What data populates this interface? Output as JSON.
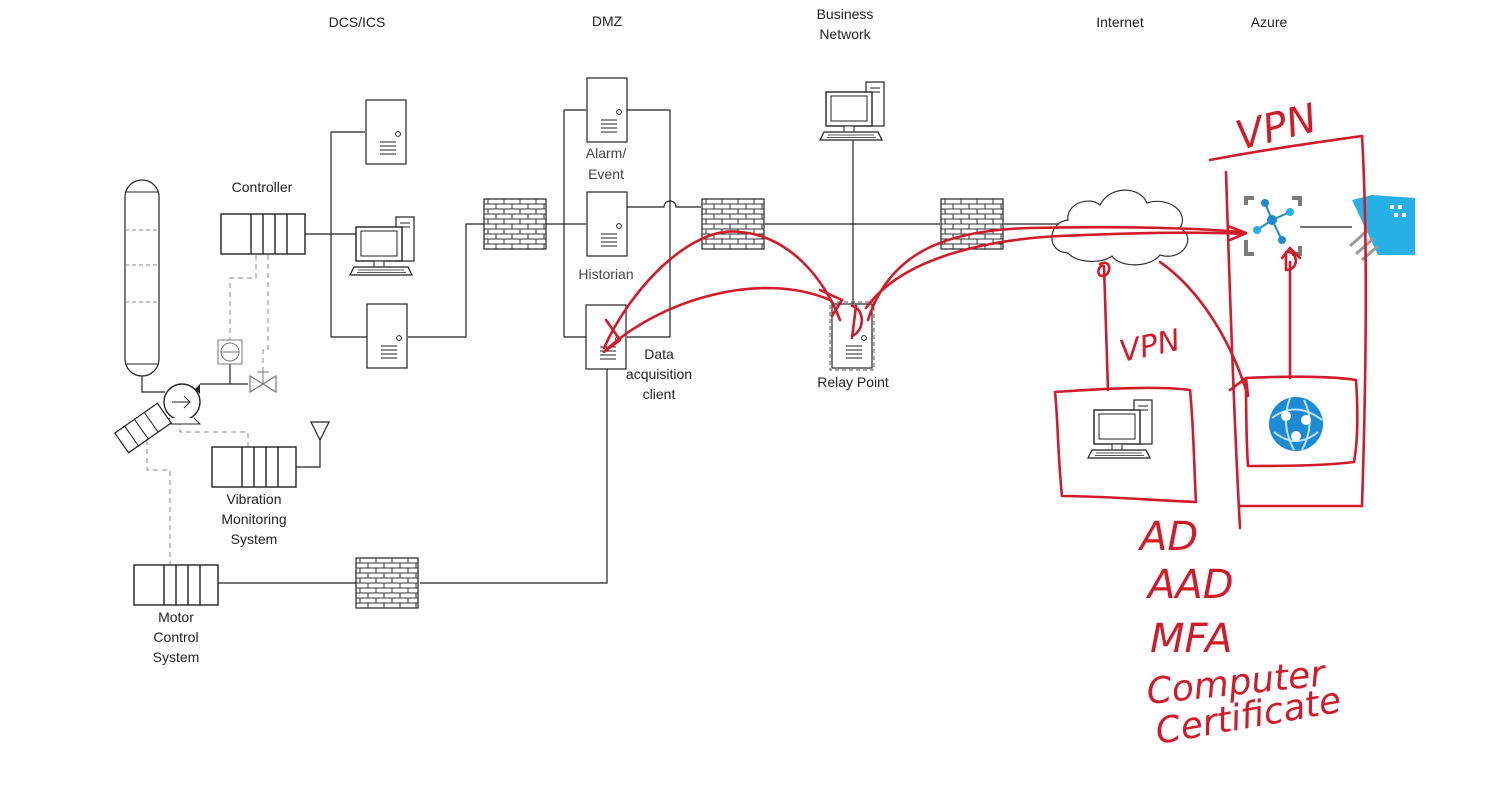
{
  "zones": {
    "dcs": "DCS/ICS",
    "dmz": "DMZ",
    "business_line1": "Business",
    "business_line2": "Network",
    "internet": "Internet",
    "azure": "Azure"
  },
  "labels": {
    "controller": "Controller",
    "alarm_line1": "Alarm/",
    "alarm_line2": "Event",
    "historian": "Historian",
    "dac_line1": "Data",
    "dac_line2": "acquisition",
    "dac_line3": "client",
    "relay": "Relay Point",
    "vms_line1": "Vibration",
    "vms_line2": "Monitoring",
    "vms_line3": "System",
    "mcs_line1": "Motor",
    "mcs_line2": "Control",
    "mcs_line3": "System"
  },
  "annotations": {
    "vpn_top": "VPN",
    "vpn_mid": "VPN",
    "ad": "AD",
    "aad": "AAD",
    "mfa": "MFA",
    "computer": "Computer",
    "certificate": "Certificate"
  },
  "colors": {
    "annotation_red": "#d21b2a",
    "azure_blue": "#1e8ad6",
    "outline": "#222222"
  },
  "icons": [
    "server-icon",
    "desktop-computer-icon",
    "firewall-icon",
    "cloud-icon",
    "controller-rack-icon",
    "antenna-icon",
    "pump-icon",
    "valve-icon",
    "tank-icon",
    "azure-network-icon",
    "azure-app-icon",
    "azure-storage-icon"
  ]
}
